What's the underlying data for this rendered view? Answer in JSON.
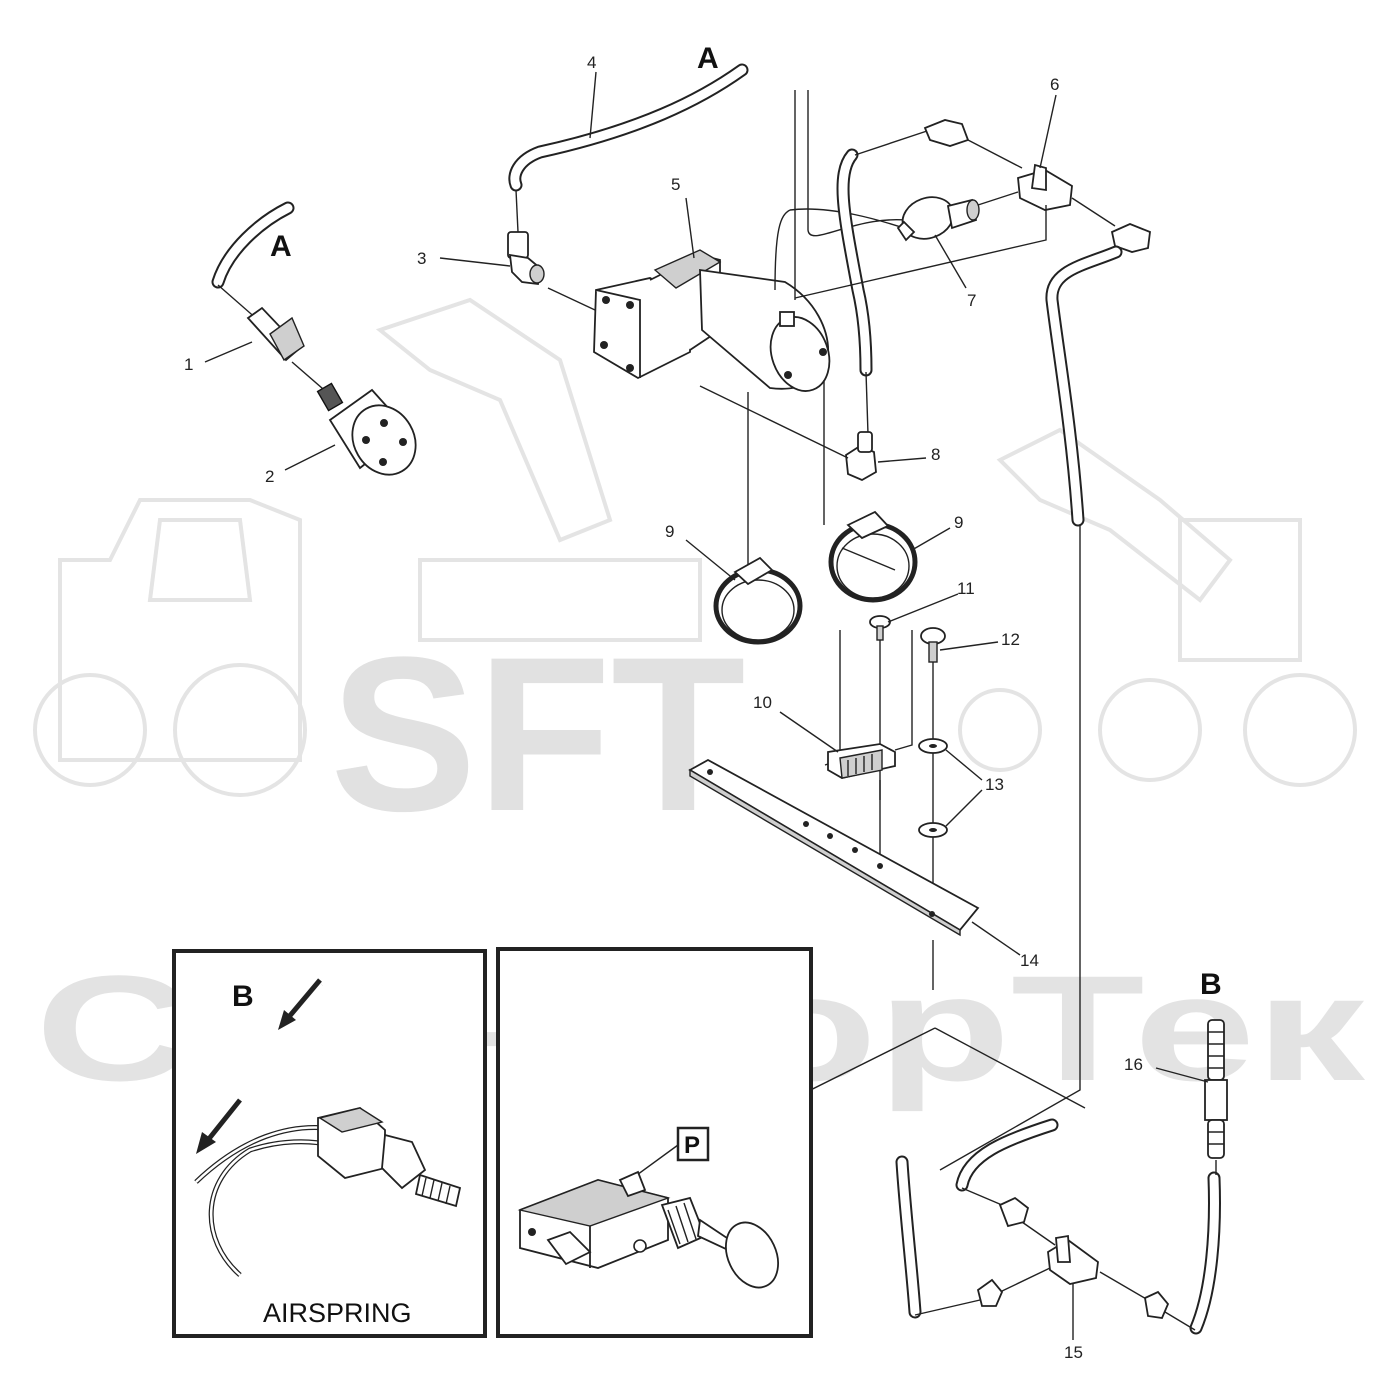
{
  "watermark": {
    "logo": "SFT",
    "company": "СканФорТек"
  },
  "callouts": [
    {
      "id": "1",
      "label": "1"
    },
    {
      "id": "2",
      "label": "2"
    },
    {
      "id": "3",
      "label": "3"
    },
    {
      "id": "4",
      "label": "4"
    },
    {
      "id": "5",
      "label": "5"
    },
    {
      "id": "6",
      "label": "6"
    },
    {
      "id": "7",
      "label": "7"
    },
    {
      "id": "8",
      "label": "8"
    },
    {
      "id": "9a",
      "label": "9"
    },
    {
      "id": "9b",
      "label": "9"
    },
    {
      "id": "10",
      "label": "10"
    },
    {
      "id": "11",
      "label": "11"
    },
    {
      "id": "12",
      "label": "12"
    },
    {
      "id": "13",
      "label": "13"
    },
    {
      "id": "14",
      "label": "14"
    },
    {
      "id": "15",
      "label": "15"
    },
    {
      "id": "16",
      "label": "16"
    }
  ],
  "connectors": {
    "a": "A",
    "b": "B",
    "p": "P"
  },
  "insets": {
    "airspring_caption": "AIRSPRING"
  }
}
